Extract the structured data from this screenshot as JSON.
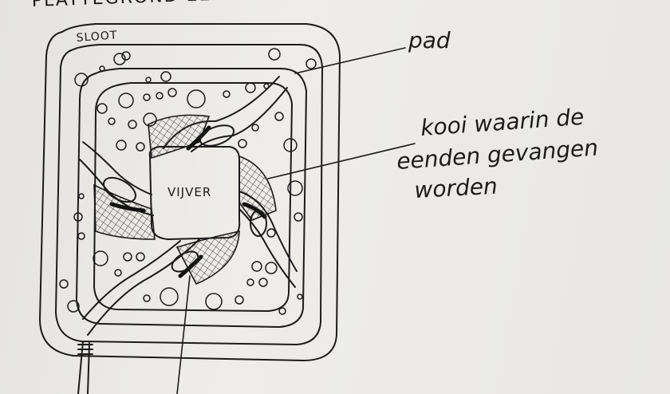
{
  "diagram": {
    "title": "PLATTEGROND EENDENKOOI",
    "labels": {
      "sloot": "SLOOT",
      "vijver": "VIJVER",
      "pad": "pad",
      "kooi_line1": "kooi waarin de",
      "kooi_line2": "eenden gevangen",
      "kooi_line3": "worden"
    },
    "ink_color": "#1b1b1b",
    "paper_color": "#e9e8e4"
  }
}
